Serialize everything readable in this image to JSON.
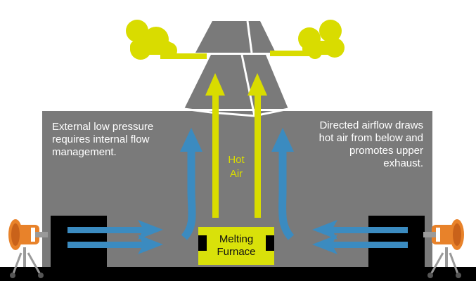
{
  "labels": {
    "left_note": "External low pressure requires internal flow management.",
    "right_note": "Directed airflow draws hot air from below and promotes upper exhaust.",
    "hot_air_line1": "Hot",
    "hot_air_line2": "Air",
    "furnace_line1": "Melting",
    "furnace_line2": "Furnace"
  },
  "colors": {
    "building": "#7a7a7a",
    "hot_air": "#d9dc00",
    "airflow": "#3b8bc0",
    "furnace": "#d9e10a",
    "cannon": "#e8822a",
    "ground": "#000000"
  },
  "icons": {
    "exhaust_cloud": "smoke-cloud-icon",
    "dust_cannon": "fan-cannon-icon"
  }
}
